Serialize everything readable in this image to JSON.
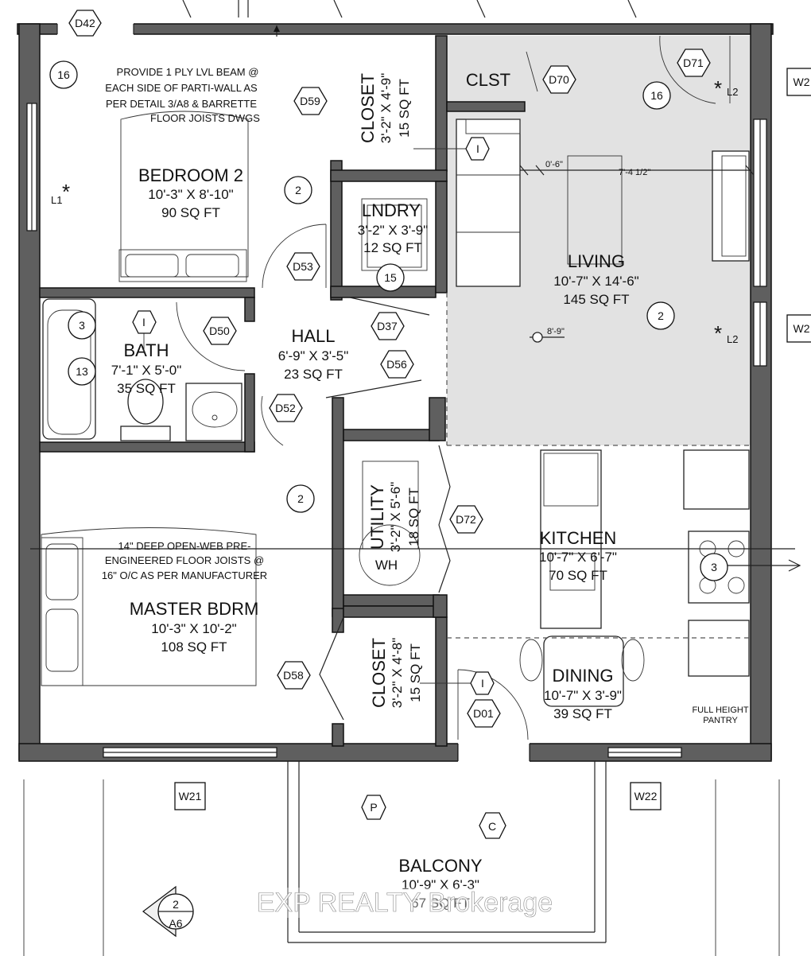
{
  "rooms": {
    "bedroom2": {
      "name": "BEDROOM 2",
      "dims": "10'-3\" X 8'-10\"",
      "area": "90 SQ FT"
    },
    "closet_top": {
      "name": "CLOSET",
      "dims": "3'-2\" X 4'-9\"",
      "area": "15 SQ FT"
    },
    "clst": {
      "name": "CLST"
    },
    "lndry": {
      "name": "LNDRY",
      "dims": "3'-2\" X 3'-9\"",
      "area": "12 SQ FT"
    },
    "living": {
      "name": "LIVING",
      "dims": "10'-7\" X 14'-6\"",
      "area": "145 SQ FT"
    },
    "bath": {
      "name": "BATH",
      "dims": "7'-1\" X 5'-0\"",
      "area": "35 SQ FT"
    },
    "hall": {
      "name": "HALL",
      "dims": "6'-9\" X 3'-5\"",
      "area": "23 SQ FT"
    },
    "utility": {
      "name": "UTILITY",
      "dims": "3'-2\" X 5'-6\"",
      "area": "18 SQ FT",
      "extra": "WH"
    },
    "kitchen": {
      "name": "KITCHEN",
      "dims": "10'-7\" X 6'-7\"",
      "area": "70 SQ FT"
    },
    "master": {
      "name": "MASTER BDRM",
      "dims": "10'-3\" X 10'-2\"",
      "area": "108 SQ FT"
    },
    "closet_bottom": {
      "name": "CLOSET",
      "dims": "3'-2\" X 4'-8\"",
      "area": "15 SQ FT"
    },
    "dining": {
      "name": "DINING",
      "dims": "10'-7\" X 3'-9\"",
      "area": "39 SQ FT"
    },
    "balcony": {
      "name": "BALCONY",
      "dims": "10'-9\" X 6'-3\"",
      "area": "67 SQ FT"
    }
  },
  "notes": {
    "lvl_beam": [
      "PROVIDE 1 PLY LVL BEAM @",
      "EACH SIDE OF PARTI-WALL AS",
      "PER DETAIL 3/A8 & BARRETTE",
      "FLOOR JOISTS DWGS"
    ],
    "joists": [
      "14\" DEEP OPEN-WEB PRE-",
      "ENGINEERED FLOOR JOISTS @",
      "16\" O/C AS PER MANUFACTURER"
    ],
    "pantry": [
      "FULL HEIGHT",
      "PANTRY"
    ]
  },
  "doors": {
    "d42": "D42",
    "d59": "D59",
    "d70": "D70",
    "d71": "D71",
    "d53": "D53",
    "d50": "D50",
    "d37": "D37",
    "d56": "D56",
    "d52": "D52",
    "d72": "D72",
    "d58": "D58",
    "d01": "D01"
  },
  "windows": {
    "w21": "W21",
    "w22": "W22",
    "w2_top": "W2",
    "w2_mid": "W2"
  },
  "circle_tags": {
    "t16_a": "16",
    "t16_b": "16",
    "t2_bed": "2",
    "t15": "15",
    "t2_living": "2",
    "t3_bath": "3",
    "t13": "13",
    "t2_master": "2",
    "t3_section": "3"
  },
  "hex_tags": {
    "i_closet": "I",
    "i_bath": "I",
    "i_dining": "I",
    "p": "P",
    "c": "C"
  },
  "section_marker": {
    "top": "2",
    "bottom": "A6"
  },
  "dimensions": {
    "d_0_6": "0'-6\"",
    "d_7_4": "7'-4 1/2\"",
    "d_8_9": "8'-9\""
  },
  "lights": {
    "l1": "L1",
    "l2_top": "L2",
    "l2_mid": "L2"
  },
  "watermark": "EXP REALTY Brokerage"
}
